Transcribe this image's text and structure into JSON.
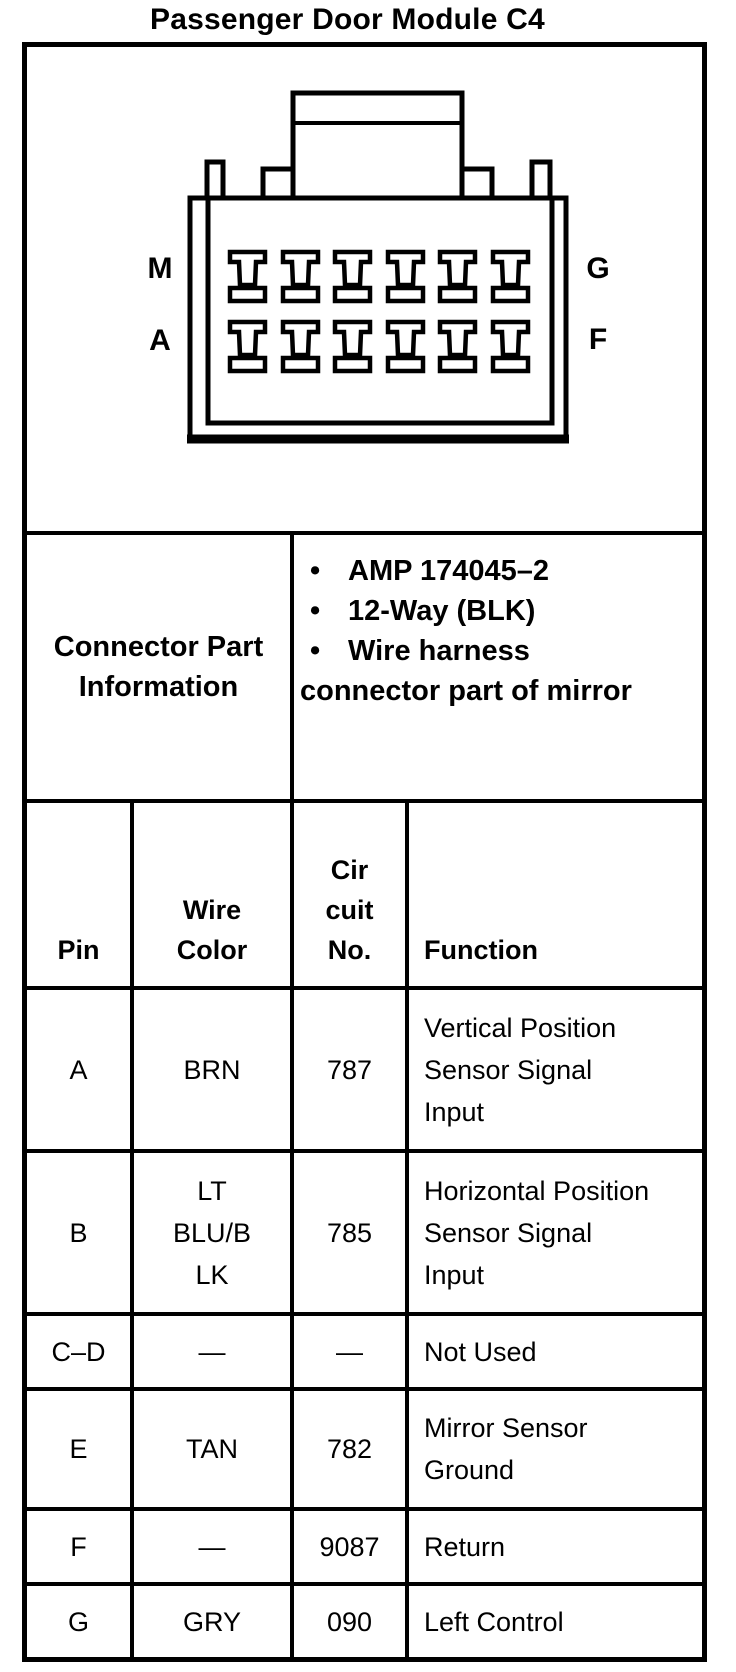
{
  "page": {
    "title": "Passenger Door Module C4"
  },
  "connector": {
    "corner_labels": {
      "top_left": "M",
      "bottom_left": "A",
      "top_right": "G",
      "bottom_right": "F"
    },
    "pin_rows": 2,
    "pins_per_row": 6
  },
  "part_info": {
    "label_lines": [
      "Connector Part",
      "Information"
    ],
    "bullets": [
      "AMP 174045–2",
      "12-Way (BLK)",
      "Wire harness"
    ],
    "continuation": "connector part of mirror"
  },
  "pin_table": {
    "headers": [
      {
        "id": "pin",
        "lines": [
          "Pin"
        ]
      },
      {
        "id": "wire-color",
        "lines": [
          "Wire",
          "Color"
        ]
      },
      {
        "id": "circuit-no",
        "lines": [
          "Cir",
          "cuit",
          "No."
        ]
      },
      {
        "id": "function",
        "lines": [
          "Function"
        ]
      }
    ],
    "rows": [
      {
        "pin": "A",
        "wire_color": [
          "BRN"
        ],
        "circuit_no": "787",
        "function": [
          "Vertical Position",
          "Sensor Signal",
          "Input"
        ]
      },
      {
        "pin": "B",
        "wire_color": [
          "LT",
          "BLU/B",
          "LK"
        ],
        "circuit_no": "785",
        "function": [
          "Horizontal Position",
          "Sensor Signal",
          "Input"
        ]
      },
      {
        "pin": "C–D",
        "wire_color": [
          "—"
        ],
        "circuit_no": "—",
        "function": [
          "Not Used"
        ]
      },
      {
        "pin": "E",
        "wire_color": [
          "TAN"
        ],
        "circuit_no": "782",
        "function": [
          "Mirror Sensor",
          "Ground"
        ]
      },
      {
        "pin": "F",
        "wire_color": [
          "—"
        ],
        "circuit_no": "9087",
        "function": [
          "Return"
        ]
      },
      {
        "pin": "G",
        "wire_color": [
          "GRY"
        ],
        "circuit_no": "090",
        "function": [
          "Left Control"
        ]
      }
    ]
  },
  "colors": {
    "ink": "#000000",
    "paper": "#ffffff"
  }
}
